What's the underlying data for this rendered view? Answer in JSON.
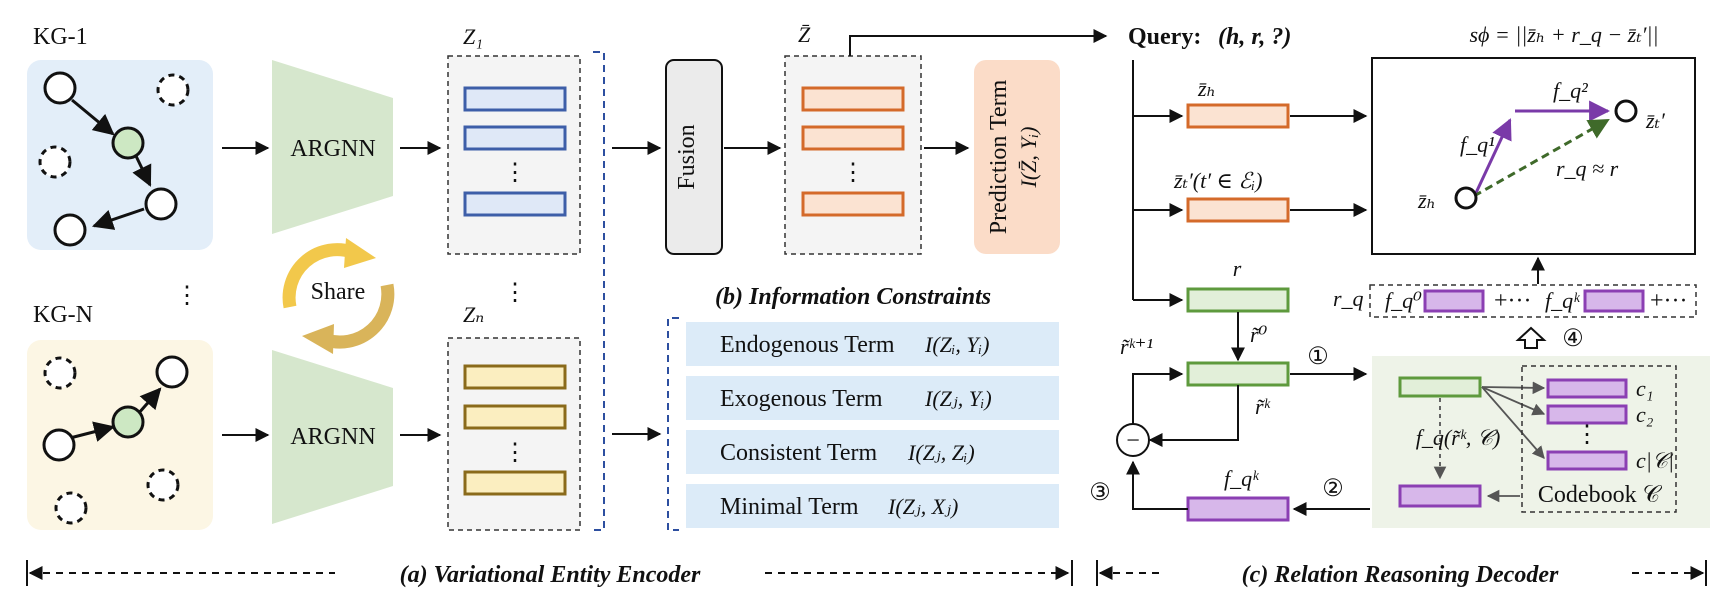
{
  "encoder": {
    "kg_top_label": "KG-1",
    "kg_bottom_label": "KG-N",
    "vertical_dots": "⋮",
    "argnn_top": "ARGNN",
    "argnn_bottom": "ARGNN",
    "share_label": "Share",
    "z_top_label": "Z₁",
    "z_bottom_label": "Zₙ",
    "section_caption": "(a) Variational Entity Encoder"
  },
  "fusion": {
    "fusion_label": "Fusion",
    "zbar_label": "Z̄",
    "prediction_line1": "Prediction Term",
    "prediction_line2": "I(Z̄, Yᵢ)"
  },
  "constraints": {
    "title": "(b) Information Constraints",
    "terms": [
      {
        "name": "Endogenous Term",
        "formula": "I(Zᵢ, Yᵢ)"
      },
      {
        "name": "Exogenous Term",
        "formula": "I(Zⱼ, Yᵢ)"
      },
      {
        "name": "Consistent Term",
        "formula": "I(Zⱼ, Zᵢ)"
      },
      {
        "name": "Minimal Term",
        "formula": "I(Zⱼ, Xⱼ)"
      }
    ]
  },
  "decoder": {
    "query_prefix": "Query:",
    "query_tuple": "(h, r, ?)",
    "score_formula": "sϕ = ||z̄ₕ + r_q − z̄ₜ′||",
    "zh_label": "z̄ₕ",
    "zt_label": "z̄ₜ′(t′ ∈ ℰᵢ)",
    "r_label": "r",
    "r0_label": "r̃⁰",
    "rk_label": "r̃ᵏ",
    "rk1_label": "r̃ᵏ⁺¹",
    "fqk_label": "f_qᵏ",
    "plot_f1": "f_q¹",
    "plot_f2": "f_q²",
    "plot_zh": "z̄ₕ",
    "plot_zt": "z̄ₜ′",
    "plot_approx": "r_q ≈ r",
    "rq_label": "r_q",
    "seq_f0": "f_q⁰",
    "seq_plus1": "+···",
    "seq_fk": "f_qᵏ",
    "seq_plus2": "+···",
    "step1": "①",
    "step2": "②",
    "step3": "③",
    "step4": "④",
    "minus": "−",
    "fq_map": "f_q(r̃ᵏ, 𝒞)",
    "code_c1": "c₁",
    "code_c2": "c₂",
    "code_dots": "⋮",
    "code_cn": "c|𝒞|",
    "codebook_label": "Codebook 𝒞",
    "section_caption": "(c) Relation Reasoning Decoder"
  },
  "colors": {
    "kg_top_bg": "#e3eef9",
    "kg_bottom_bg": "#fcf6e4",
    "argnn_fill": "#d6e7cd",
    "blue_bar": "#3d5ea8",
    "blue_bar_fill": "#dfe8f7",
    "brown_bar": "#8a6a1a",
    "brown_bar_fill": "#fbeec0",
    "orange_bar": "#d46a2a",
    "orange_bar_fill": "#fbe3d2",
    "green_bar": "#5e9a3d",
    "green_bar_fill": "#e2efd9",
    "purple_bar": "#8b3fb3",
    "purple_bar_fill": "#d7b7ea",
    "constraint_fill": "#dcebf8",
    "prediction_fill": "#fbdcc8",
    "codebook_bg": "#eef3e8",
    "share_arrow": "#f2c84b"
  }
}
